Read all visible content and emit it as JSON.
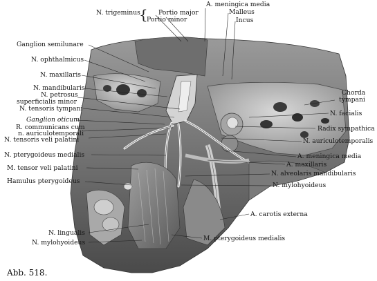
{
  "figure": {
    "caption": "Abb. 518."
  },
  "labels": {
    "n_trigeminus": "N. trigeminus",
    "portio_major": "Portio major",
    "portio_minor": "Portio minor",
    "a_meningica_media_top": "A. meningica media",
    "malleus": "Malleus",
    "incus": "Incus",
    "ganglion_semilunare": "Ganglion semilunare",
    "n_ophthalmicus": "N. ophthalmicus",
    "n_maxillaris": "N. maxillaris",
    "n_mandibularis": "N. mandibularis",
    "n_petrosus": "N. petrosus",
    "superficialis_minor": "superficialis minor",
    "n_tensoris_tympani": "N. tensoris tympani",
    "chorda": "Chorda",
    "tympani": "tympani",
    "n_facialis": "N. facialis",
    "ganglion_oticum": "Ganglion oticum",
    "r_communicans_cum": "R. communicans cum",
    "n_auriculotemporali": "n. auriculotemporali",
    "n_tensoris_veli_palatini": "N. tensoris veli palatini",
    "radix_sympathica": "Radix sympathica",
    "n_auriculotemporalis": "N. auriculotemporalis",
    "n_pterygoideus_medialis": "N. pterygoideus medialis",
    "a_meningica_media": "A. meningica media",
    "a_maxillaris": "A. maxillaris",
    "m_tensor_veli_palatini": "M. tensor veli palatini",
    "n_alveolaris_mandibularis": "N. alveolaris mandibularis",
    "hamulus_pterygoideus": "Hamulus pterygoideus",
    "n_mylohyoideus_right": "N. mylohyoideus",
    "a_carotis_externa": "A. carotis externa",
    "n_lingualis": "N. lingualis",
    "n_mylohyoideus_left": "N. mylohyoideus",
    "m_pterygoideus_medialis": "M. pterygoideus medialis"
  }
}
